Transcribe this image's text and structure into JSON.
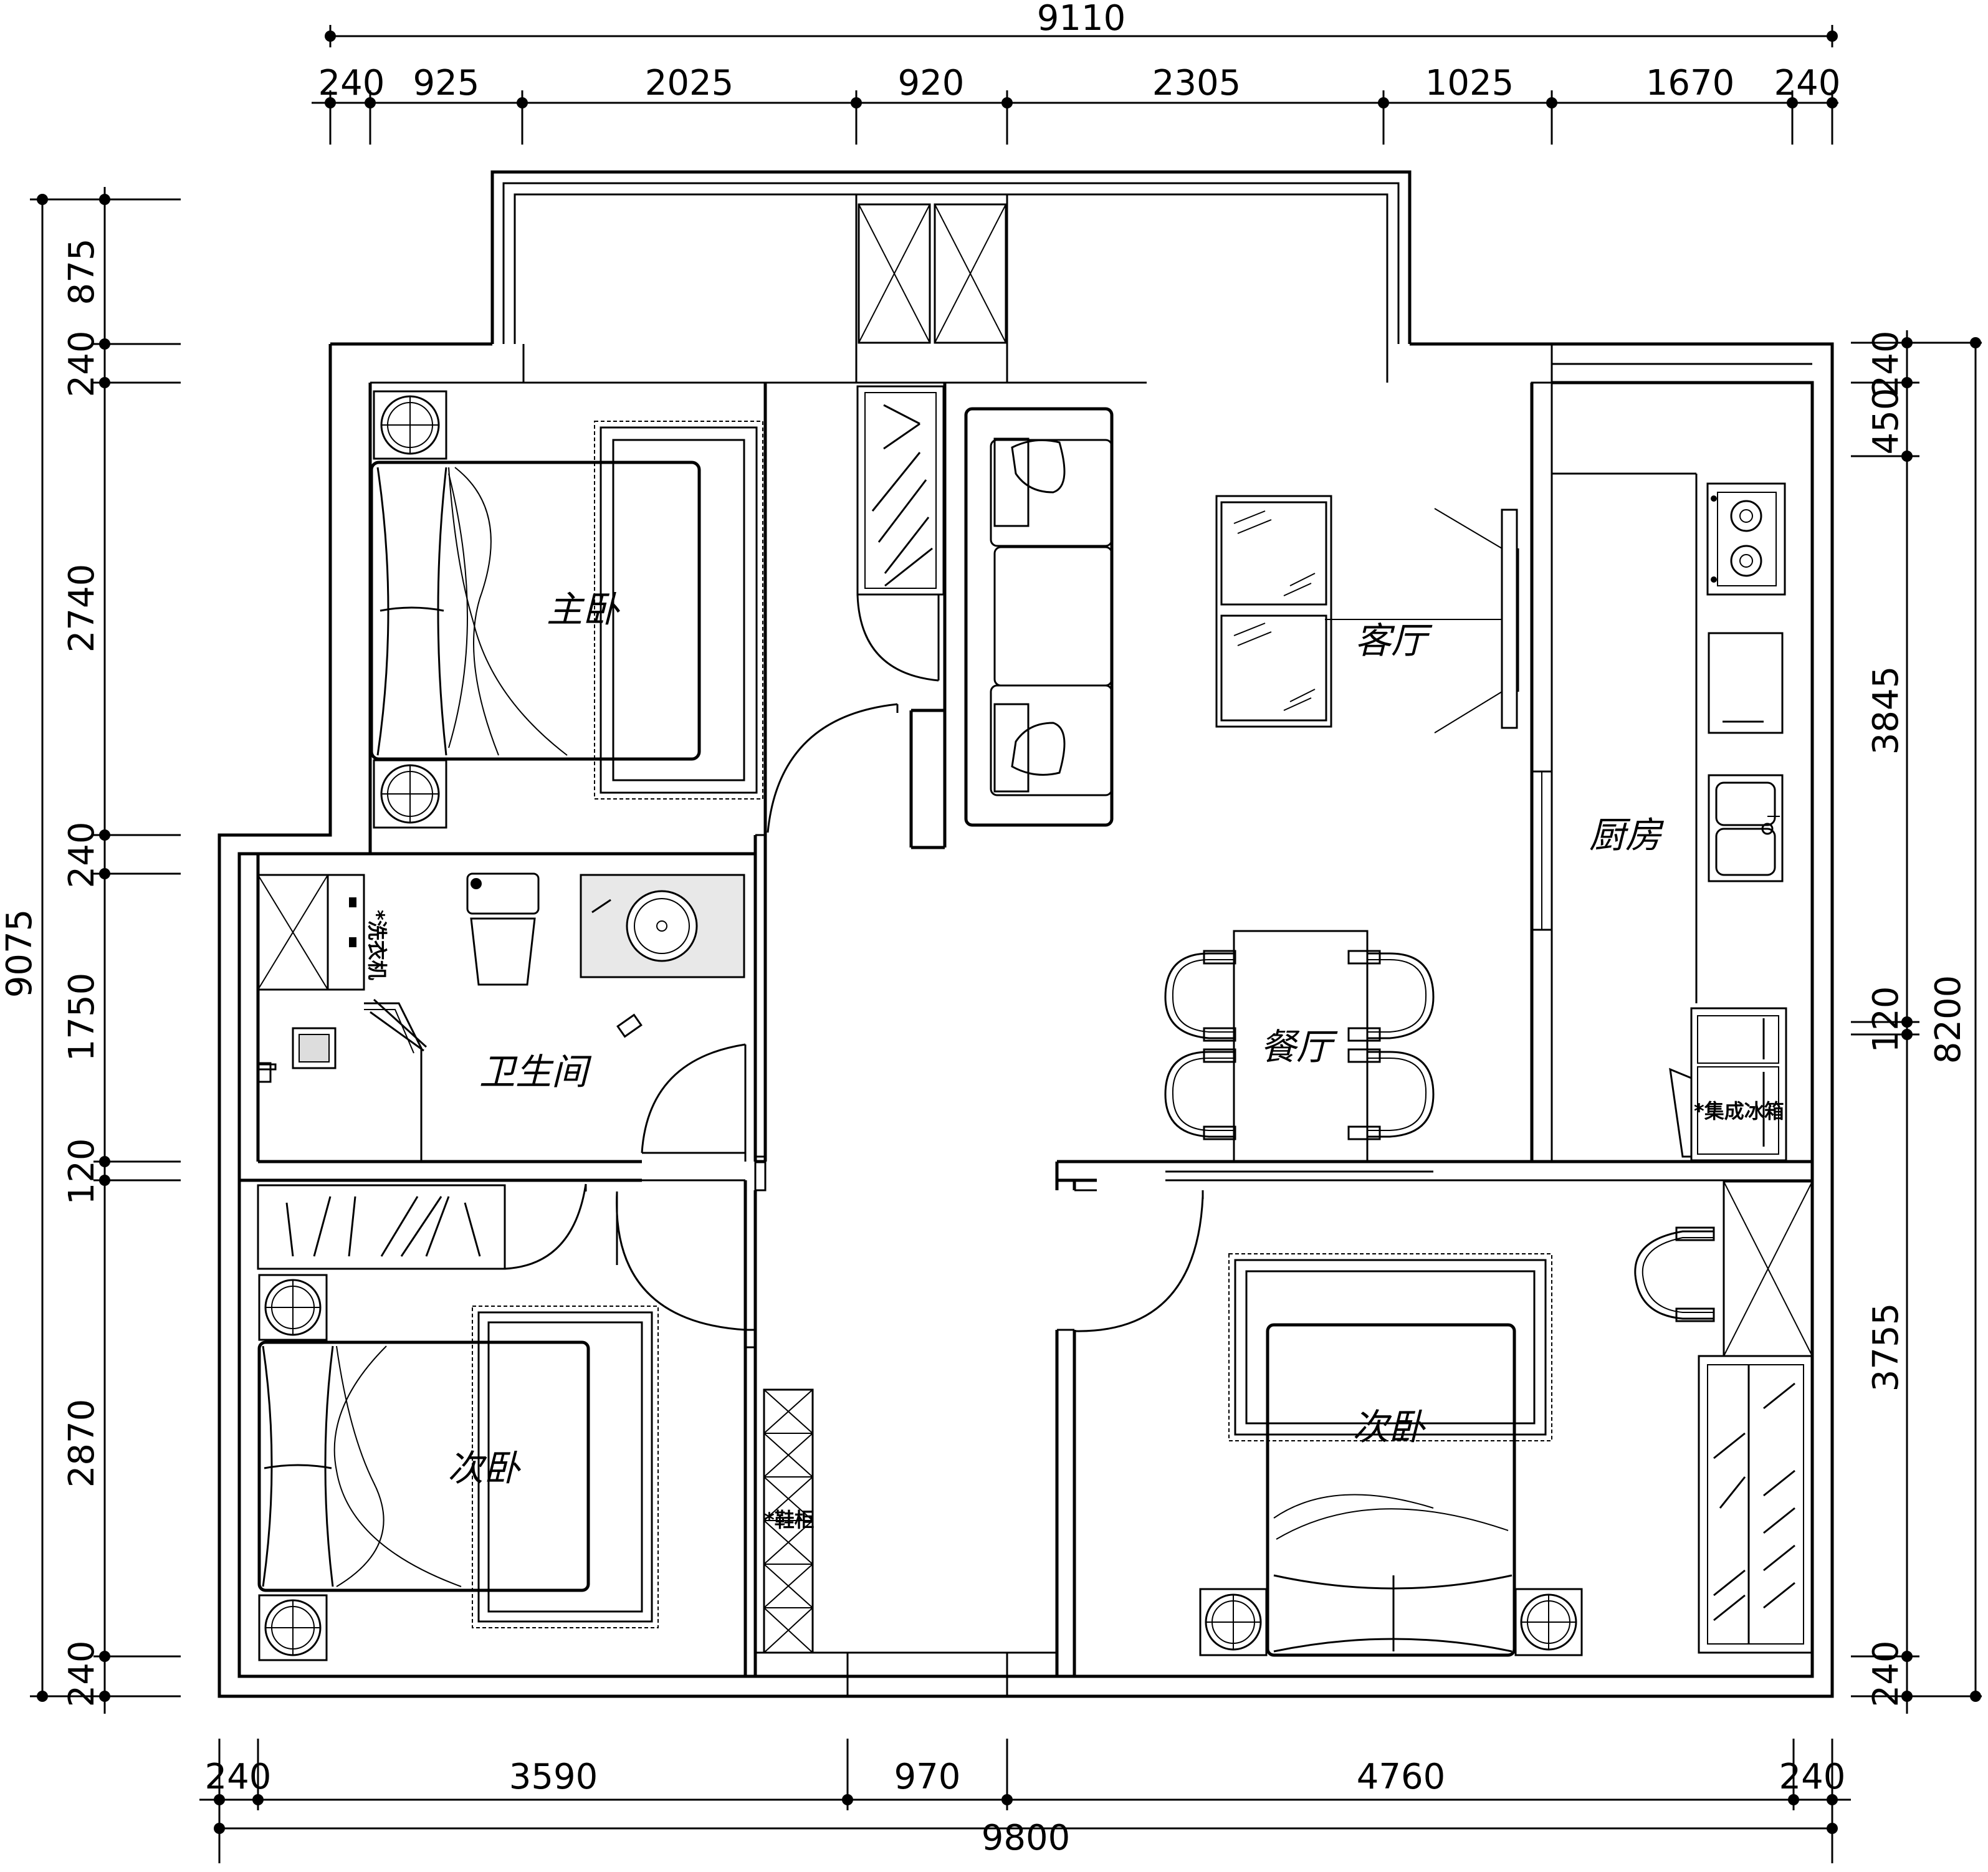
{
  "dimensions": {
    "top_overall": "9110",
    "top_segments": [
      "240",
      "925",
      "2025",
      "920",
      "2305",
      "1025",
      "1670",
      "240"
    ],
    "bottom_segments": [
      "240",
      "3590",
      "970",
      "4760",
      "240"
    ],
    "bottom_overall": "9800",
    "left_overall": "9075",
    "left_segments": [
      "875",
      "240",
      "2740",
      "240",
      "1750",
      "120",
      "2870",
      "240"
    ],
    "right_overall": "8200",
    "right_segments": [
      "240",
      "450",
      "3845",
      "120",
      "3755",
      "240"
    ]
  },
  "rooms": {
    "master_bedroom": "主卧",
    "living_room": "客厅",
    "kitchen": "厨房",
    "dining_room": "餐厅",
    "bathroom": "卫生间",
    "second_bedroom_left": "次卧",
    "second_bedroom_right": "次卧"
  },
  "labels": {
    "washing_machine": "*洗衣机",
    "fridge": "*集成冰箱",
    "shoe_cabinet": "*鞋柜"
  }
}
